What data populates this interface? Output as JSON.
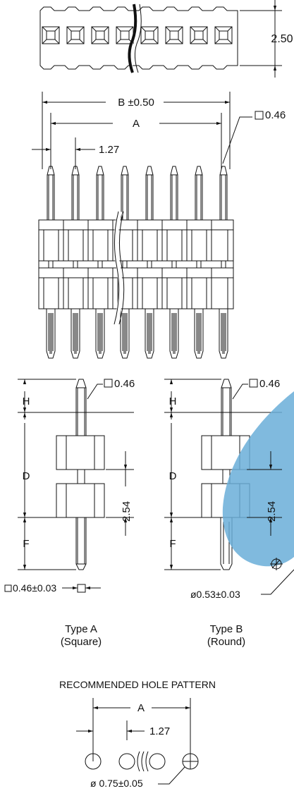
{
  "top_view": {
    "height_dim": "2.50"
  },
  "front_view": {
    "dim_b": "B ±0.50",
    "dim_a": "A",
    "pitch": "1.27",
    "pin_square": "0.46"
  },
  "type_a": {
    "pin_square": "0.46",
    "label_h": "H",
    "label_d": "D",
    "label_f": "F",
    "row_pitch": "2.54",
    "square_tol": "0.46±0.03",
    "name": "Type A",
    "shape": "(Square)"
  },
  "type_b": {
    "pin_square": "0.46",
    "label_h": "H",
    "label_d": "D",
    "label_f": "F",
    "row_pitch": "2.54",
    "round_tol": "ø0.53±0.03",
    "name": "Type B",
    "shape": "(Round)"
  },
  "hole_pattern": {
    "title": "RECOMMENDED HOLE PATTERN",
    "dim_a": "A",
    "pitch": "1.27",
    "hole_dia": "ø 0.75±0.05"
  },
  "colors": {
    "overlay": "#6aaed8",
    "line": "#111111"
  }
}
